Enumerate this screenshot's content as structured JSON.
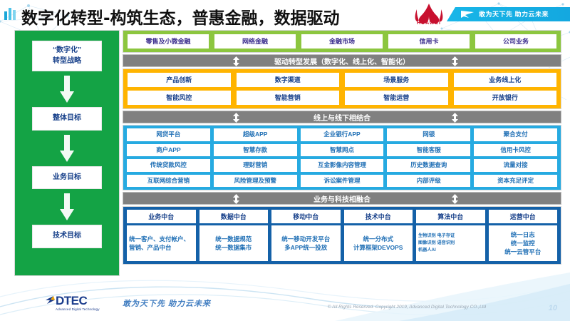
{
  "header": {
    "title": "数字化转型-构筑生态，普惠金融，数据驱动",
    "brand_logo": "huawei-logo",
    "brand_name": "HUAWEI",
    "ribbon_text": "敢为天下先 助力云未来",
    "ribbon_icon": "paper-plane-icon",
    "accent_blue": "#1aa7d8",
    "brand_red": "#c8102e"
  },
  "strategy": {
    "items": [
      {
        "label": "“数字化”\n转型战略"
      },
      {
        "label": "整体目标"
      },
      {
        "label": "业务目标"
      },
      {
        "label": "技术目标"
      }
    ],
    "arrow_icon": "down-arrow-icon",
    "bg_color": "#14a345"
  },
  "business_lines": {
    "bg_color": "#8cc63f",
    "cells": [
      "零售及小微金融",
      "网络金融",
      "金融市场",
      "信用卡",
      "公司业务"
    ]
  },
  "divider_1": {
    "label": "驱动转型发展（数字化、线上化、智能化）",
    "bg_color": "#808080",
    "arrow_icon": "double-vertical-arrow-icon"
  },
  "capabilities": {
    "bg_color": "#ffb400",
    "rows": [
      [
        "产品创新",
        "数字渠道",
        "场景服务",
        "业务线上化"
      ],
      [
        "智能风控",
        "智能营销",
        "智能运营",
        "开放银行"
      ]
    ]
  },
  "divider_2": {
    "label": "线上与线下相结合",
    "bg_color": "#808080",
    "arrow_icon": "double-vertical-arrow-icon"
  },
  "applications": {
    "bg_color": "#26aae1",
    "rows": [
      [
        "网贷平台",
        "超级APP",
        "企业银行APP",
        "网银",
        "聚合支付"
      ],
      [
        "商户APP",
        "智慧存款",
        "智慧网点",
        "智能客服",
        "信用卡风控"
      ],
      [
        "传统贷款风控",
        "理财营销",
        "互金影像内容管理",
        "历史数据查询",
        "流量对接"
      ],
      [
        "互联网综合营销",
        "风险管理及预警",
        "诉讼案件管理",
        "内部评级",
        "资本充足评定"
      ]
    ]
  },
  "divider_3": {
    "label": "业务与科技相融合",
    "bg_color": "#808080",
    "arrow_icon": "double-vertical-arrow-icon"
  },
  "platforms": {
    "bg_color": "#1461a8",
    "columns": [
      {
        "head": "业务中台",
        "body": "统一客户、支付帐户、营销、产品中台"
      },
      {
        "head": "数据中台",
        "body": "统一数据规范\n统一数据集市"
      },
      {
        "head": "移动中台",
        "body": "统一移动开发平台\n多APP统一投放"
      },
      {
        "head": "技术中台",
        "body": "统一分布式\n计算框架DEVOPS"
      },
      {
        "head": "算法中台",
        "body": "生物识别 电子存证\n图像识别 语音识别\n机器人AI"
      },
      {
        "head": "运营中台",
        "body": "统一日志\n统一监控\n统一云管平台"
      }
    ]
  },
  "footer": {
    "logo_text": "DTEC",
    "logo_sub": "Advanced Digital Technology",
    "slogan": "敢为天下先  助力云未来",
    "copyright": "© All Rights Reserved. Copyright 2019, Advanced Digital Technology CO.,Ltd",
    "page_number": "10"
  }
}
